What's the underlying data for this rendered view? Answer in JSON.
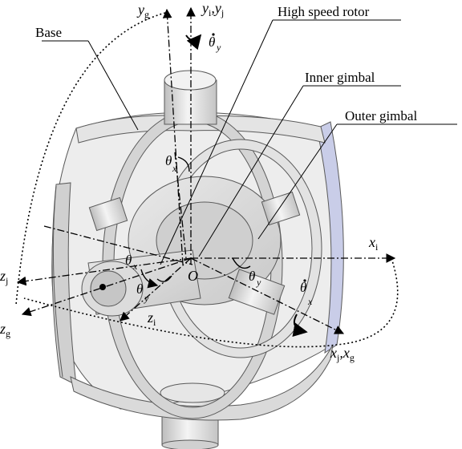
{
  "labels": {
    "base": "Base",
    "rotor": "High speed rotor",
    "inner": "Inner gimbal",
    "outer": "Outer gimbal",
    "origin": "O"
  },
  "axes": {
    "yg": {
      "main": "y",
      "sub": "g"
    },
    "yij": {
      "m1": "y",
      "s1": "i",
      "sep": ",",
      "m2": "y",
      "s2": "j"
    },
    "xi": {
      "main": "x",
      "sub": "i"
    },
    "zj": {
      "main": "z",
      "sub": "j"
    },
    "zg": {
      "main": "z",
      "sub": "g"
    },
    "zi": {
      "main": "z",
      "sub": "i"
    },
    "xjg": {
      "m1": "x",
      "s1": "j",
      "sep": ",",
      "m2": "x",
      "s2": "g"
    }
  },
  "angles": {
    "theta": "θ",
    "sub_x": "x",
    "sub_y": "y"
  },
  "colors": {
    "metal_light": "#f2f2f2",
    "metal_mid": "#d6d6d6",
    "metal_dark": "#b5b5b5",
    "highlight_blue": "#c9cde8",
    "outline": "#5a5a5a"
  }
}
